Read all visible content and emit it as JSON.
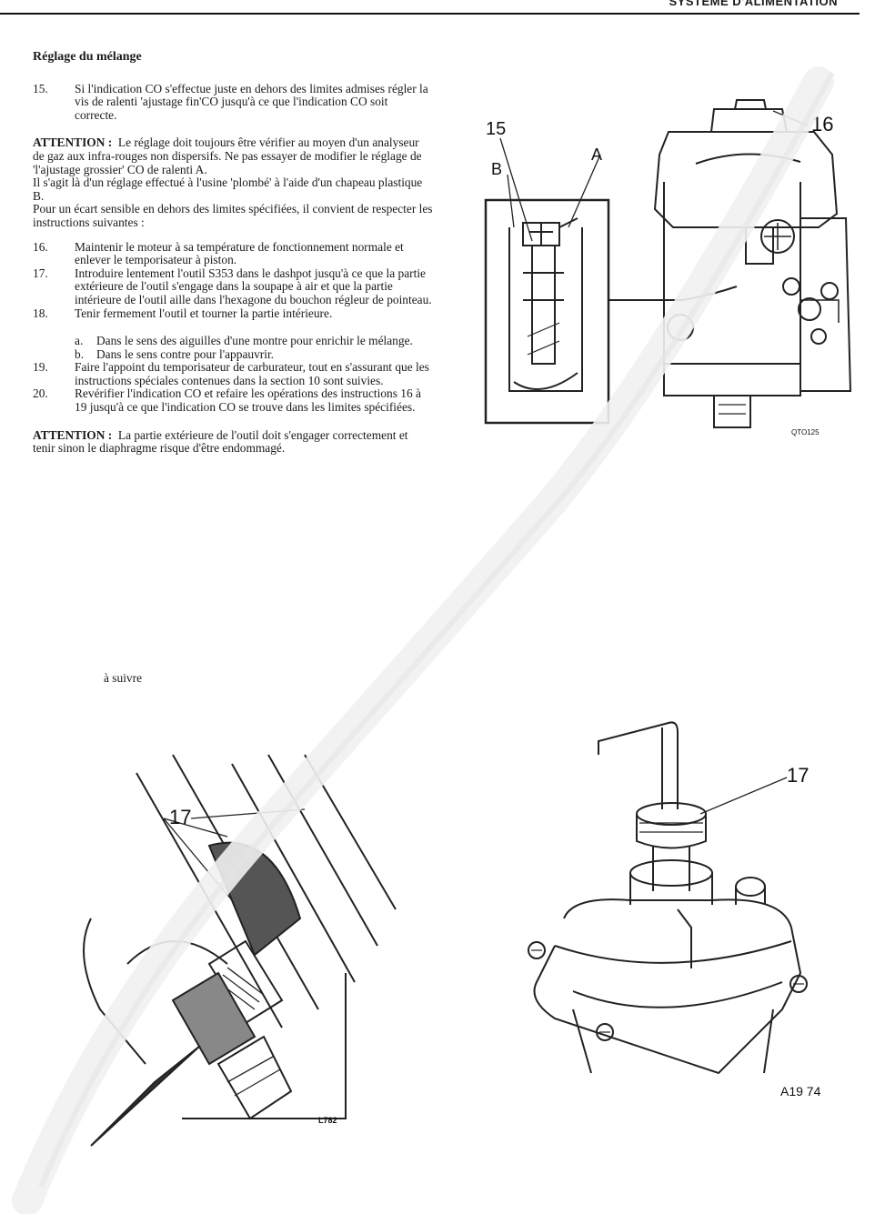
{
  "header": {
    "section_title": "SYSTÈME D'ALIMENTATION"
  },
  "content": {
    "title": "Réglage du mélange",
    "step15": {
      "num": "15.",
      "text": "Si l'indication CO s'effectue juste en dehors des limites admises régler la vis de ralenti 'ajustage fin'CO jusqu'à ce que l'indication CO soit correcte."
    },
    "attention1": {
      "label": "ATTENTION :",
      "text": "Le réglage doit toujours être vérifier au moyen d'un analyseur de gaz aux infra-rouges non dispersifs. Ne pas essayer de modifier le réglage de 'l'ajustage grossier' CO de ralenti A.",
      "line2": "Il s'agit là d'un réglage effectué à l'usine 'plombé' à l'aide d'un chapeau plastique B.",
      "line3": "Pour un écart sensible en dehors des limites spécifiées, il convient de respecter les instructions suivantes :"
    },
    "step16": {
      "num": "16.",
      "text": "Maintenir le moteur à sa température de fonctionnement normale et enlever le temporisateur à piston."
    },
    "step17": {
      "num": "17.",
      "text": "Introduire lentement l'outil S353 dans le dashpot jusqu'à ce que la partie extérieure de l'outil s'engage dans la soupape à air et que la partie intérieure de l'outil aille dans l'hexagone du bouchon régleur de pointeau."
    },
    "step18": {
      "num": "18.",
      "text": "Tenir fermement l'outil et tourner la partie intérieure.",
      "a": {
        "letter": "a.",
        "text": "Dans le sens des aiguilles d'une montre pour enrichir le mélange."
      },
      "b": {
        "letter": "b.",
        "text": "Dans le sens contre pour l'appauvrir."
      }
    },
    "step19": {
      "num": "19.",
      "text": "Faire l'appoint du temporisateur de carburateur, tout en s'assurant que les instructions spéciales contenues dans la section 10 sont suivies."
    },
    "step20": {
      "num": "20.",
      "text": "Revérifier l'indication CO et refaire les opérations des instructions 16 à 19 jusqu'à ce que l'indication CO se trouve dans les limites spécifiées."
    },
    "attention2": {
      "label": "ATTENTION :",
      "text": "La partie extérieure de l'outil doit s'engager correctement et tenir sinon le diaphragme risque d'être endommagé."
    },
    "continued": "à suivre"
  },
  "figures": {
    "carburettor": {
      "label_15": "15",
      "label_16": "16",
      "label_a": "A",
      "label_b": "B",
      "code": "QTO125"
    },
    "tool_section": {
      "label_17": "17",
      "code": "L782"
    },
    "tool_dashpot": {
      "label_17": "17",
      "code": "A19 74"
    }
  }
}
